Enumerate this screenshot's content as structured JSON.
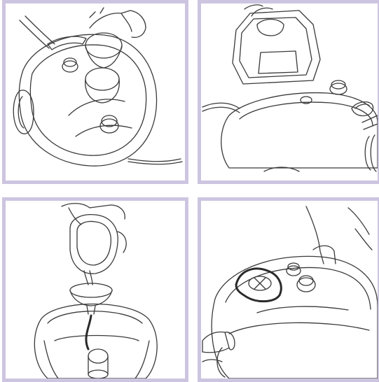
{
  "figure": {
    "panels": [
      {
        "id": "panel-1",
        "depicts": "hand-opening-safety-cap-icon"
      },
      {
        "id": "panel-2",
        "depicts": "lifting-water-tank-icon"
      },
      {
        "id": "panel-3",
        "depicts": "pouring-water-into-funnel-icon"
      },
      {
        "id": "panel-4",
        "depicts": "hand-closing-safety-cap-icon"
      }
    ],
    "colors": {
      "frame": "#cdc5e0",
      "line": "#3a3a3a",
      "background": "#ffffff"
    }
  }
}
